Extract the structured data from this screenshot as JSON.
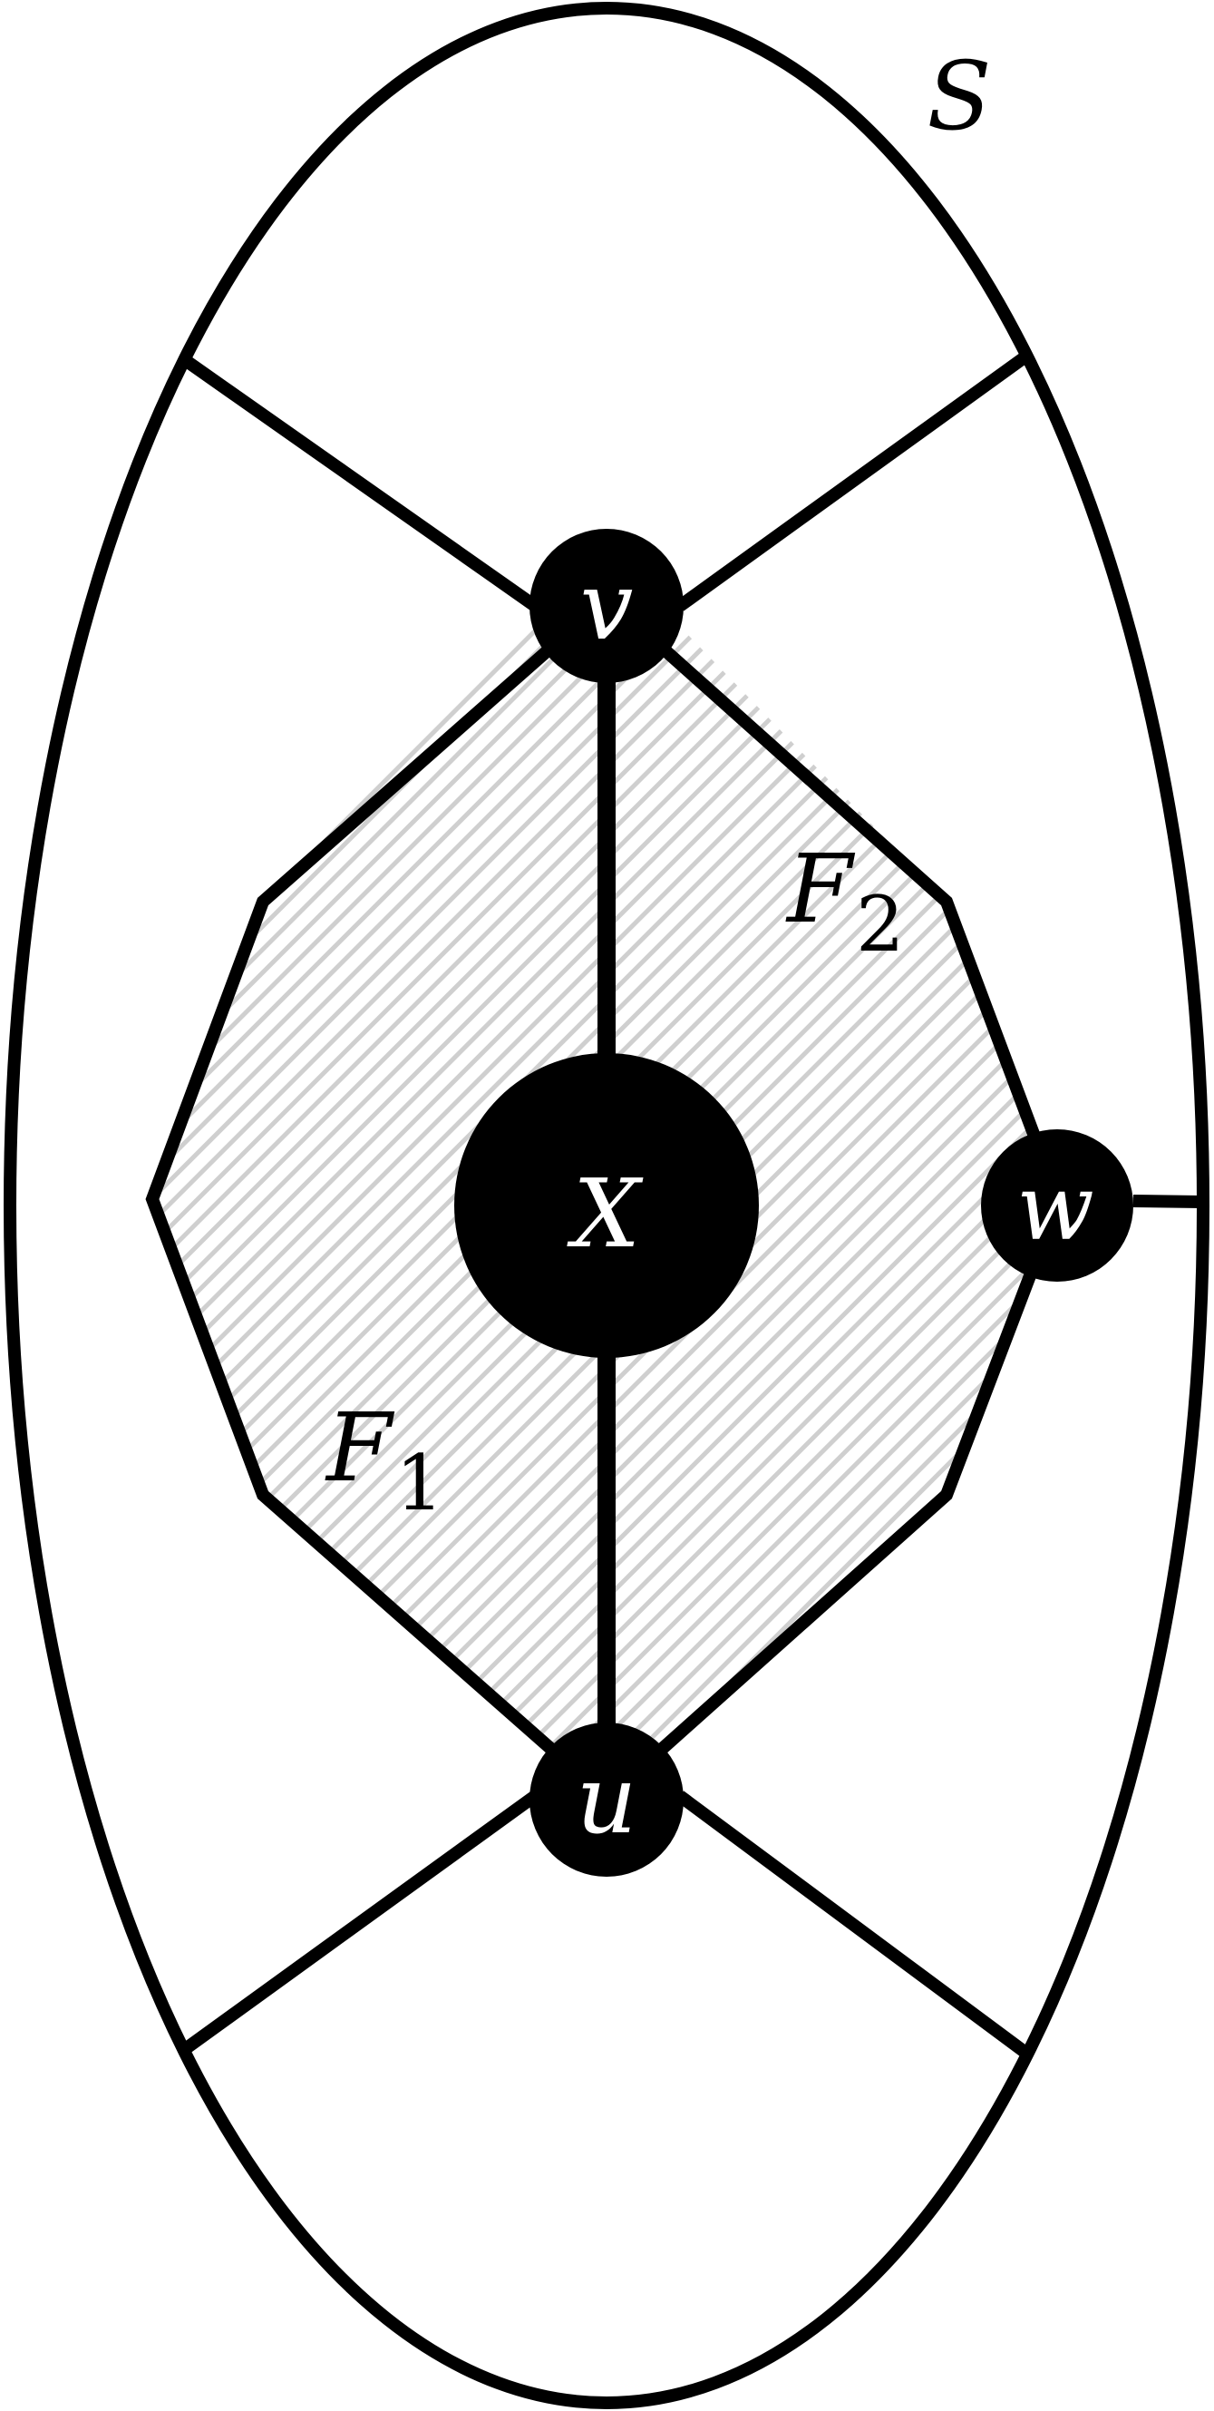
{
  "diagram": {
    "surface_label": "S",
    "vertices": {
      "v": "v",
      "x": "X",
      "w": "w",
      "u": "u"
    },
    "faces": {
      "f1": {
        "letter": "F",
        "sub": "1"
      },
      "f2": {
        "letter": "F",
        "sub": "2"
      }
    },
    "colors": {
      "stroke": "#000000",
      "vertex_fill": "#000000",
      "vertex_text": "#ffffff",
      "hatch": "#cfcfcf",
      "background": "#ffffff"
    }
  }
}
